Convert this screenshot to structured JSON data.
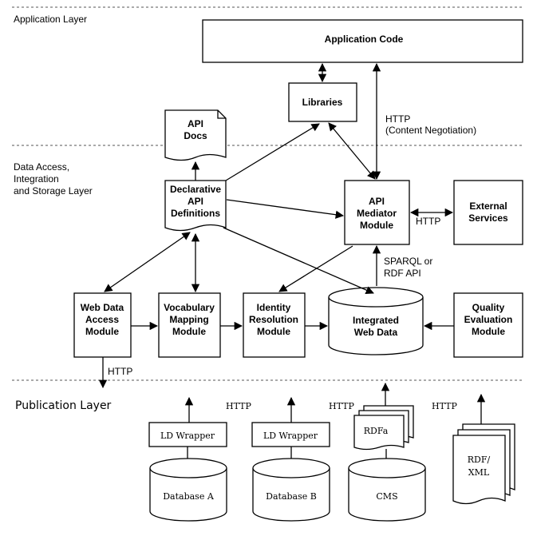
{
  "layers": {
    "application": "Application Layer",
    "data_access": [
      "Data Access,",
      "Integration",
      "and Storage Layer"
    ],
    "publication": "Publication Layer"
  },
  "nodes": {
    "app_code": "Application Code",
    "libraries": "Libraries",
    "api_docs": [
      "API",
      "Docs"
    ],
    "declarative_api": [
      "Declarative",
      "API",
      "Definitions"
    ],
    "api_mediator": [
      "API",
      "Mediator",
      "Module"
    ],
    "external_services": [
      "External",
      "Services"
    ],
    "web_data_access": [
      "Web Data",
      "Access",
      "Module"
    ],
    "vocabulary_mapping": [
      "Vocabulary",
      "Mapping",
      "Module"
    ],
    "identity_resolution": [
      "Identity",
      "Resolution",
      "Module"
    ],
    "integrated_web_data": [
      "Integrated",
      "Web Data"
    ],
    "quality_evaluation": [
      "Quality",
      "Evaluation",
      "Module"
    ],
    "ld_wrapper_a": "LD Wrapper",
    "ld_wrapper_b": "LD Wrapper",
    "rdfa": "RDFa",
    "rdf_xml": [
      "RDF/",
      "XML"
    ],
    "database_a": "Database A",
    "database_b": "Database B",
    "cms": "CMS"
  },
  "edge_labels": {
    "http_content": [
      "HTTP",
      "(Content Negotiation)"
    ],
    "http_external": "HTTP",
    "sparql": [
      "SPARQL or",
      "RDF API"
    ],
    "http_web": "HTTP",
    "http_pub_1": "HTTP",
    "http_pub_2": "HTTP",
    "http_pub_3": "HTTP"
  }
}
